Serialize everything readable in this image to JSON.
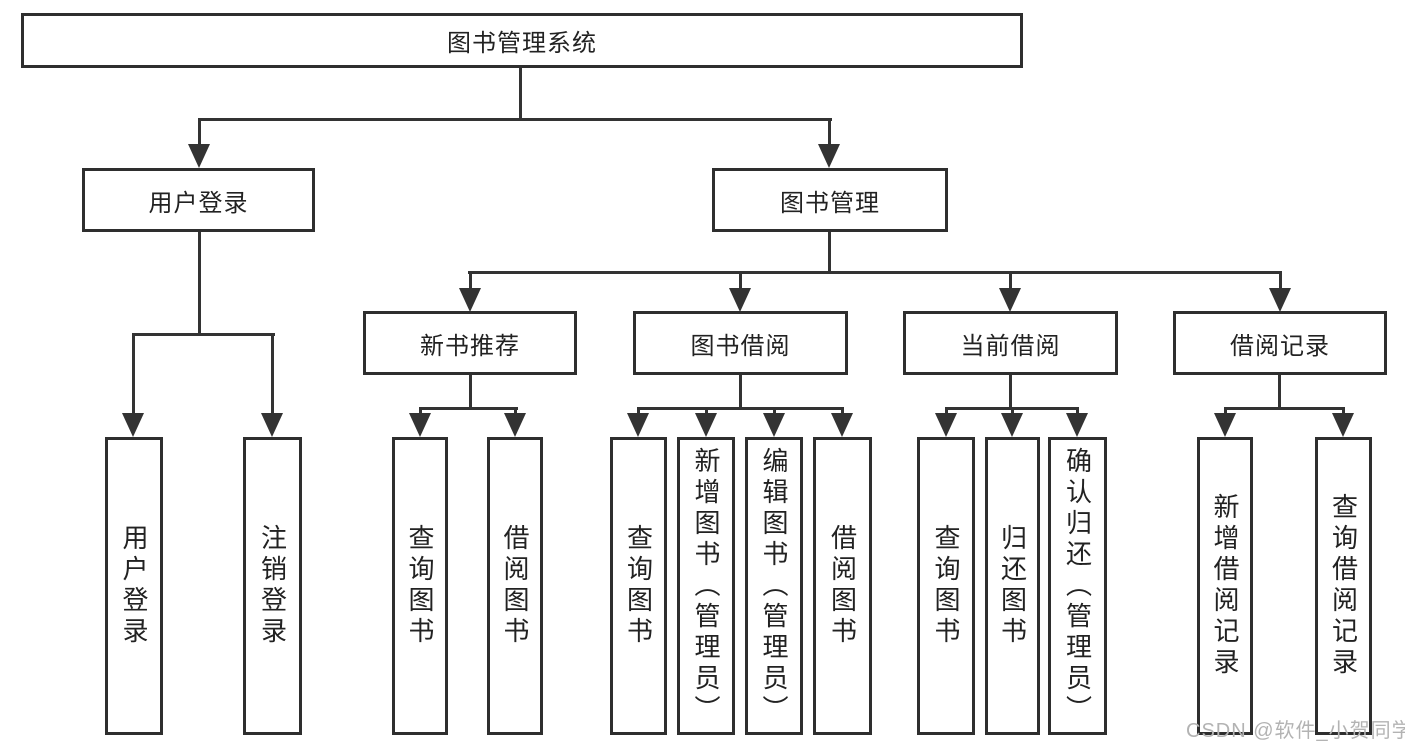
{
  "nodes": {
    "root": "图书管理系统",
    "user_login": "用户登录",
    "book_management": "图书管理",
    "new_book_recommend": "新书推荐",
    "book_borrowing": "图书借阅",
    "current_borrowing": "当前借阅",
    "borrowing_records": "借阅记录"
  },
  "leaves": {
    "user_login": "用户登录",
    "logout": "注销登录",
    "query_book_recommend": "查询图书",
    "borrow_book_recommend": "借阅图书",
    "query_book_borrowing": "查询图书",
    "add_book_admin": "新增图书（管理员）",
    "edit_book_admin": "编辑图书（管理员）",
    "borrow_book_borrowing": "借阅图书",
    "query_book_current": "查询图书",
    "return_book": "归还图书",
    "confirm_return_admin": "确认归还（管理员）",
    "add_borrow_record": "新增借阅记录",
    "query_borrow_record": "查询借阅记录"
  },
  "watermark": "CSDN @软件_小贺同学",
  "colors": {
    "line": "#333333",
    "border": "#2e2e2e",
    "text": "#222222",
    "watermark": "#b3b3b3",
    "background": "#ffffff"
  }
}
